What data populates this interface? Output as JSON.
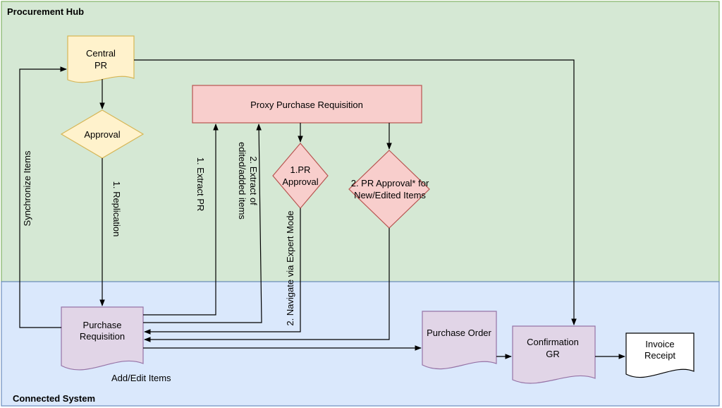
{
  "lanes": {
    "top": {
      "label": "Procurement Hub"
    },
    "bottom": {
      "label": "Connected System"
    }
  },
  "nodes": {
    "central_pr": {
      "line1": "Central",
      "line2": "PR"
    },
    "approval": {
      "label": "Approval"
    },
    "proxy_pr": {
      "label": "Proxy Purchase Requisition"
    },
    "pr_approval_1": {
      "line1": "1.PR",
      "line2": "Approval"
    },
    "pr_approval_2": {
      "line1": "2. PR Approval* for",
      "line2": "New/Edited Items"
    },
    "purchase_requisition": {
      "line1": "Purchase",
      "line2": "Requisition"
    },
    "purchase_order": {
      "label": "Purchase Order"
    },
    "confirmation_gr": {
      "line1": "Confirmation",
      "line2": "GR"
    },
    "invoice_receipt": {
      "line1": "Invoice",
      "line2": "Receipt"
    }
  },
  "edges": {
    "synchronize_items": "Synchronize Items",
    "replication": "1. Replication",
    "extract_pr": "1. Extract PR",
    "extract_edited_line1": "2. Extract of",
    "extract_edited_line2": "edited/added items",
    "navigate_expert_mode": "2. Navigate via Expert Mode",
    "add_edit_items": "Add/Edit Items"
  },
  "colors": {
    "lane_top_fill": "#d5e8d4",
    "lane_top_stroke": "#82b366",
    "lane_bottom_fill": "#dae8fc",
    "lane_bottom_stroke": "#6c8ebf",
    "yellow_fill": "#fff2cc",
    "yellow_stroke": "#d6b656",
    "red_fill": "#f8cecc",
    "red_stroke": "#b85450",
    "purple_fill": "#e1d5e7",
    "purple_stroke": "#9673a6"
  }
}
